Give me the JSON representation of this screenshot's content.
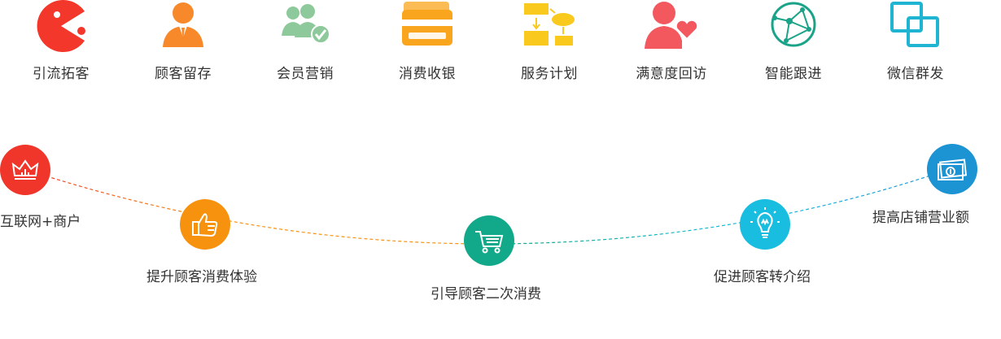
{
  "features": [
    {
      "label": "引流拓客",
      "icon": "pacman-icon",
      "color": "#f3372a"
    },
    {
      "label": "顾客留存",
      "icon": "user-tie-icon",
      "color": "#f7892a"
    },
    {
      "label": "会员营销",
      "icon": "member-group-icon",
      "color": "#8dc99a"
    },
    {
      "label": "消费收银",
      "icon": "card-icon",
      "color": "#f9a51d"
    },
    {
      "label": "服务计划",
      "icon": "flowchart-icon",
      "color": "#f9c91d"
    },
    {
      "label": "满意度回访",
      "icon": "user-heart-icon",
      "color": "#f2585e"
    },
    {
      "label": "智能跟进",
      "icon": "network-globe-icon",
      "color": "#1ba38a"
    },
    {
      "label": "微信群发",
      "icon": "overlap-squares-icon",
      "color": "#1fb5d2"
    }
  ],
  "flow": [
    {
      "label": "互联网+商户",
      "icon": "crown-icon",
      "color": "#f0362a"
    },
    {
      "label": "提升顾客消费体验",
      "icon": "thumbs-up-icon",
      "color": "#f7920f"
    },
    {
      "label": "引导顾客二次消费",
      "icon": "cart-icon",
      "color": "#12a98a"
    },
    {
      "label": "促进顾客转介绍",
      "icon": "lightbulb-icon",
      "color": "#19bde0"
    },
    {
      "label": "提高店铺营业额",
      "icon": "money-icon",
      "color": "#1c93d3"
    }
  ]
}
